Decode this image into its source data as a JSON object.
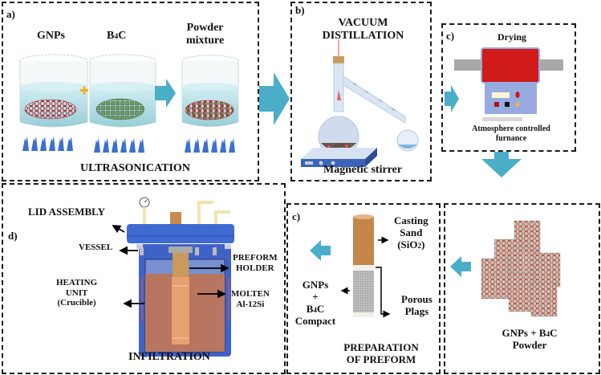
{
  "figure": {
    "title": "GNPs + B4C reinforced Al-12Si composite fabrication process",
    "colors": {
      "arrow": "#4aaec8",
      "gnp_red": "#b8232b",
      "b4c_green": "#4f7d4a",
      "water": "#bfe3ea",
      "ultrasound_blue": "#3d6fd0",
      "furnace_red": "#d11a1a",
      "furnace_panel": "#97abe0",
      "vessel_blue": "#3f62c8",
      "molten": "#b87560",
      "sand": "#c98a4e",
      "porous_plug": "#b9b9b9"
    }
  },
  "panel_a": {
    "label": "a)",
    "items": [
      {
        "name": "GNPs",
        "label": "GNPs"
      },
      {
        "name": "B4C",
        "label_main": "B",
        "label_sub": "4",
        "label_end": "C"
      },
      {
        "name": "Powder mixture",
        "label_line1": "Powder",
        "label_line2": "mixture"
      }
    ],
    "plus": "+",
    "caption": "ULTRASONICATION"
  },
  "panel_b": {
    "label": "b)",
    "title_line1": "VACUUM",
    "title_line2": "DISTILLATION",
    "caption": "Magnetic stirrer"
  },
  "panel_c_drying": {
    "label": "c)",
    "title": "Drying",
    "caption_line1": "Atmosphere controlled",
    "caption_line2": "furnance"
  },
  "panel_powder": {
    "caption_line1_a": "GNPs + B",
    "caption_line1_sub": "4",
    "caption_line1_b": "C",
    "caption_line2": "Powder"
  },
  "panel_c_preform": {
    "label": "c)",
    "sand_line1": "Casting",
    "sand_line2": "Sand",
    "sand_line3_a": "(SiO",
    "sand_line3_sub": "2",
    "sand_line3_b": ")",
    "compact_line1": "GNPs",
    "compact_line2": "+",
    "compact_line3_a": "B",
    "compact_line3_sub": "4",
    "compact_line3_b": "C",
    "compact_line4": "Compact",
    "plug_line1": "Porous",
    "plug_line2": "Plags",
    "caption_line1": "PREPARATION",
    "caption_line2": "OF PREFORM"
  },
  "panel_d": {
    "label": "d)",
    "lid": "LID ASSEMBLY",
    "vessel": "VESSEL",
    "heating_line1": "HEATING",
    "heating_line2": "UNIT",
    "heating_line3": "(Crucible)",
    "preform_line1": "PREFORM",
    "preform_line2": "HOLDER",
    "molten_line1": "MOLTEN",
    "molten_line2": "Al-12Si",
    "caption": "INFILTRATION"
  }
}
